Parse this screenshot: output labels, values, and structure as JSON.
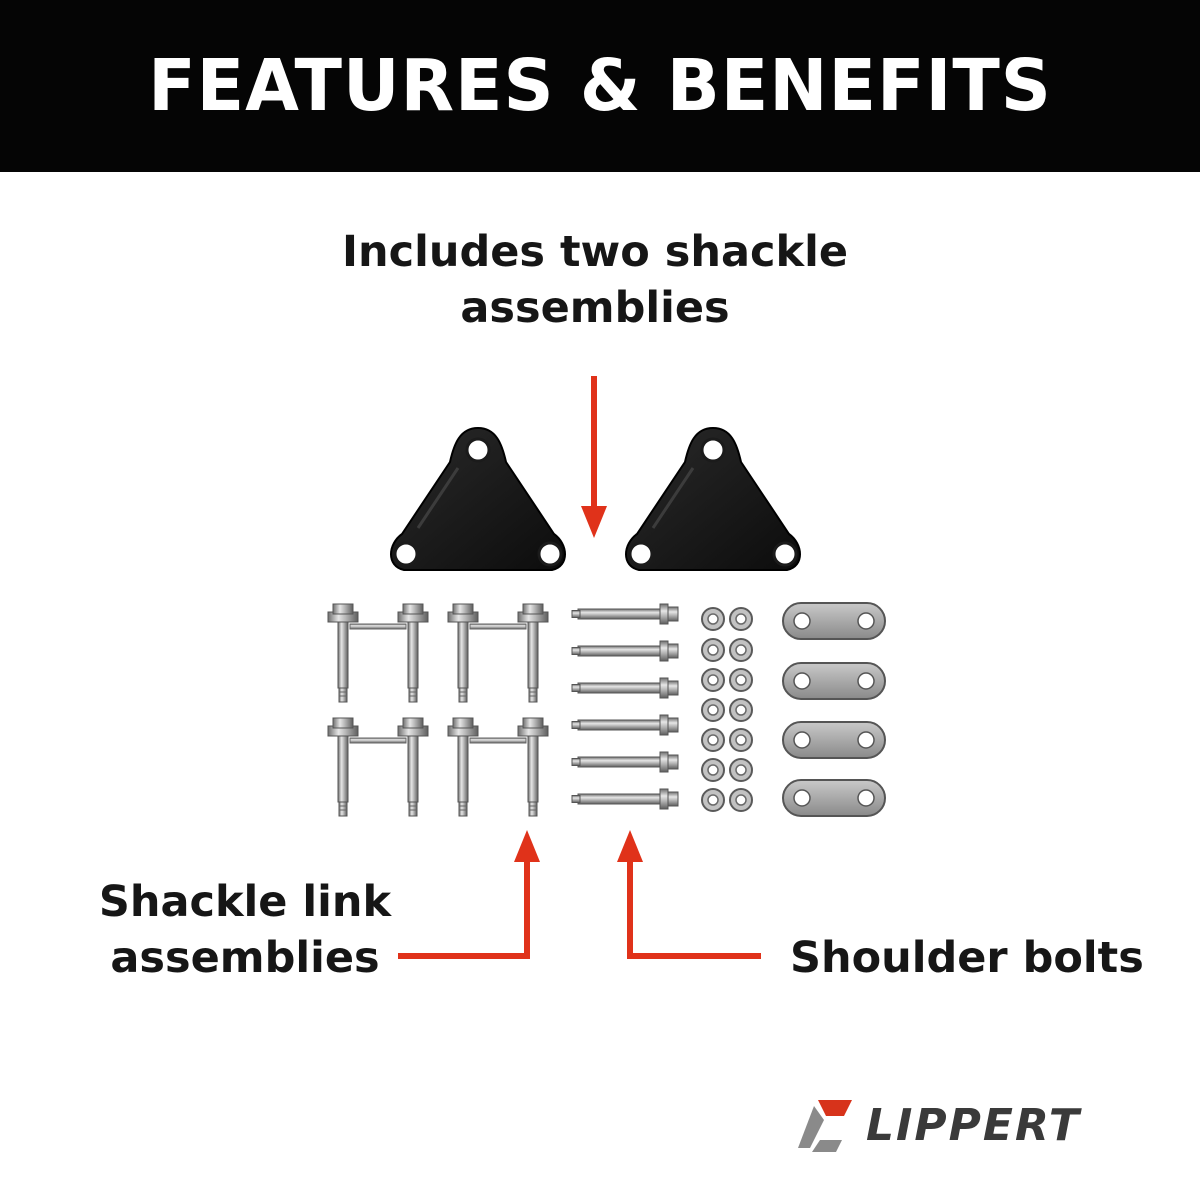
{
  "banner": {
    "title": "FEATURES & BENEFITS"
  },
  "callouts": {
    "top": {
      "line1": "Includes two shackle",
      "line2": "assemblies"
    },
    "left": {
      "line1": "Shackle link",
      "line2": "assemblies"
    },
    "right": {
      "line1": "Shoulder bolts"
    }
  },
  "logo": {
    "wordmark": "LIPPERT"
  },
  "colors": {
    "banner_bg": "#050505",
    "banner_text": "#ffffff",
    "arrow": "#e0321a",
    "text": "#161616",
    "logo_red": "#d7331b",
    "logo_gray": "#8a8a8a"
  }
}
